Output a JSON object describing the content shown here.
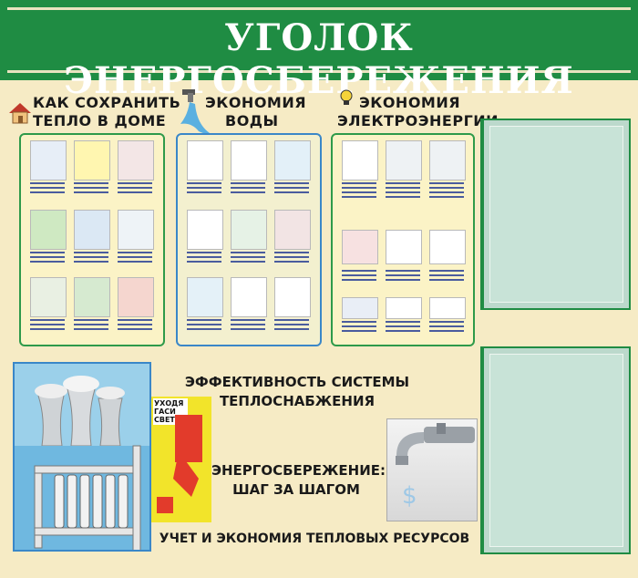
{
  "banner": {
    "title": "УГОЛОК ЭНЕРГОСБЕРЕЖЕНИЯ"
  },
  "sections": [
    {
      "line1": "КАК СОХРАНИТЬ",
      "line2": "ТЕПЛО В ДОМЕ",
      "icon": "house-icon"
    },
    {
      "line1": "ЭКОНОМИЯ",
      "line2": "ВОДЫ",
      "icon": "faucet-icon"
    },
    {
      "line1": "ЭКОНОМИЯ",
      "line2": "ЭЛЕКТРОЭНЕРГИИ",
      "icon": "lightbulb-icon"
    }
  ],
  "bottom": {
    "line1": "ЭФФЕКТИВНОСТЬ СИСТЕМЫ",
    "line2": "ТЕПЛОСНАБЖЕНИЯ",
    "line3": "ЭНЕРГОСБЕРЕЖЕНИЕ:",
    "line4": "ШАГ ЗА ШАГОМ",
    "line5": "УЧЕТ И ЭКОНОМИЯ ТЕПЛОВЫХ РЕСУРСОВ"
  },
  "poster": {
    "text": "УХОДЯ ГАСИ СВЕТ!"
  },
  "colors": {
    "banner": "#1f8c43",
    "background": "#f6ebc5",
    "panel_border_green": "#2e9a4a",
    "panel_border_blue": "#3a87c8",
    "pocket": "#bcd9cc"
  }
}
